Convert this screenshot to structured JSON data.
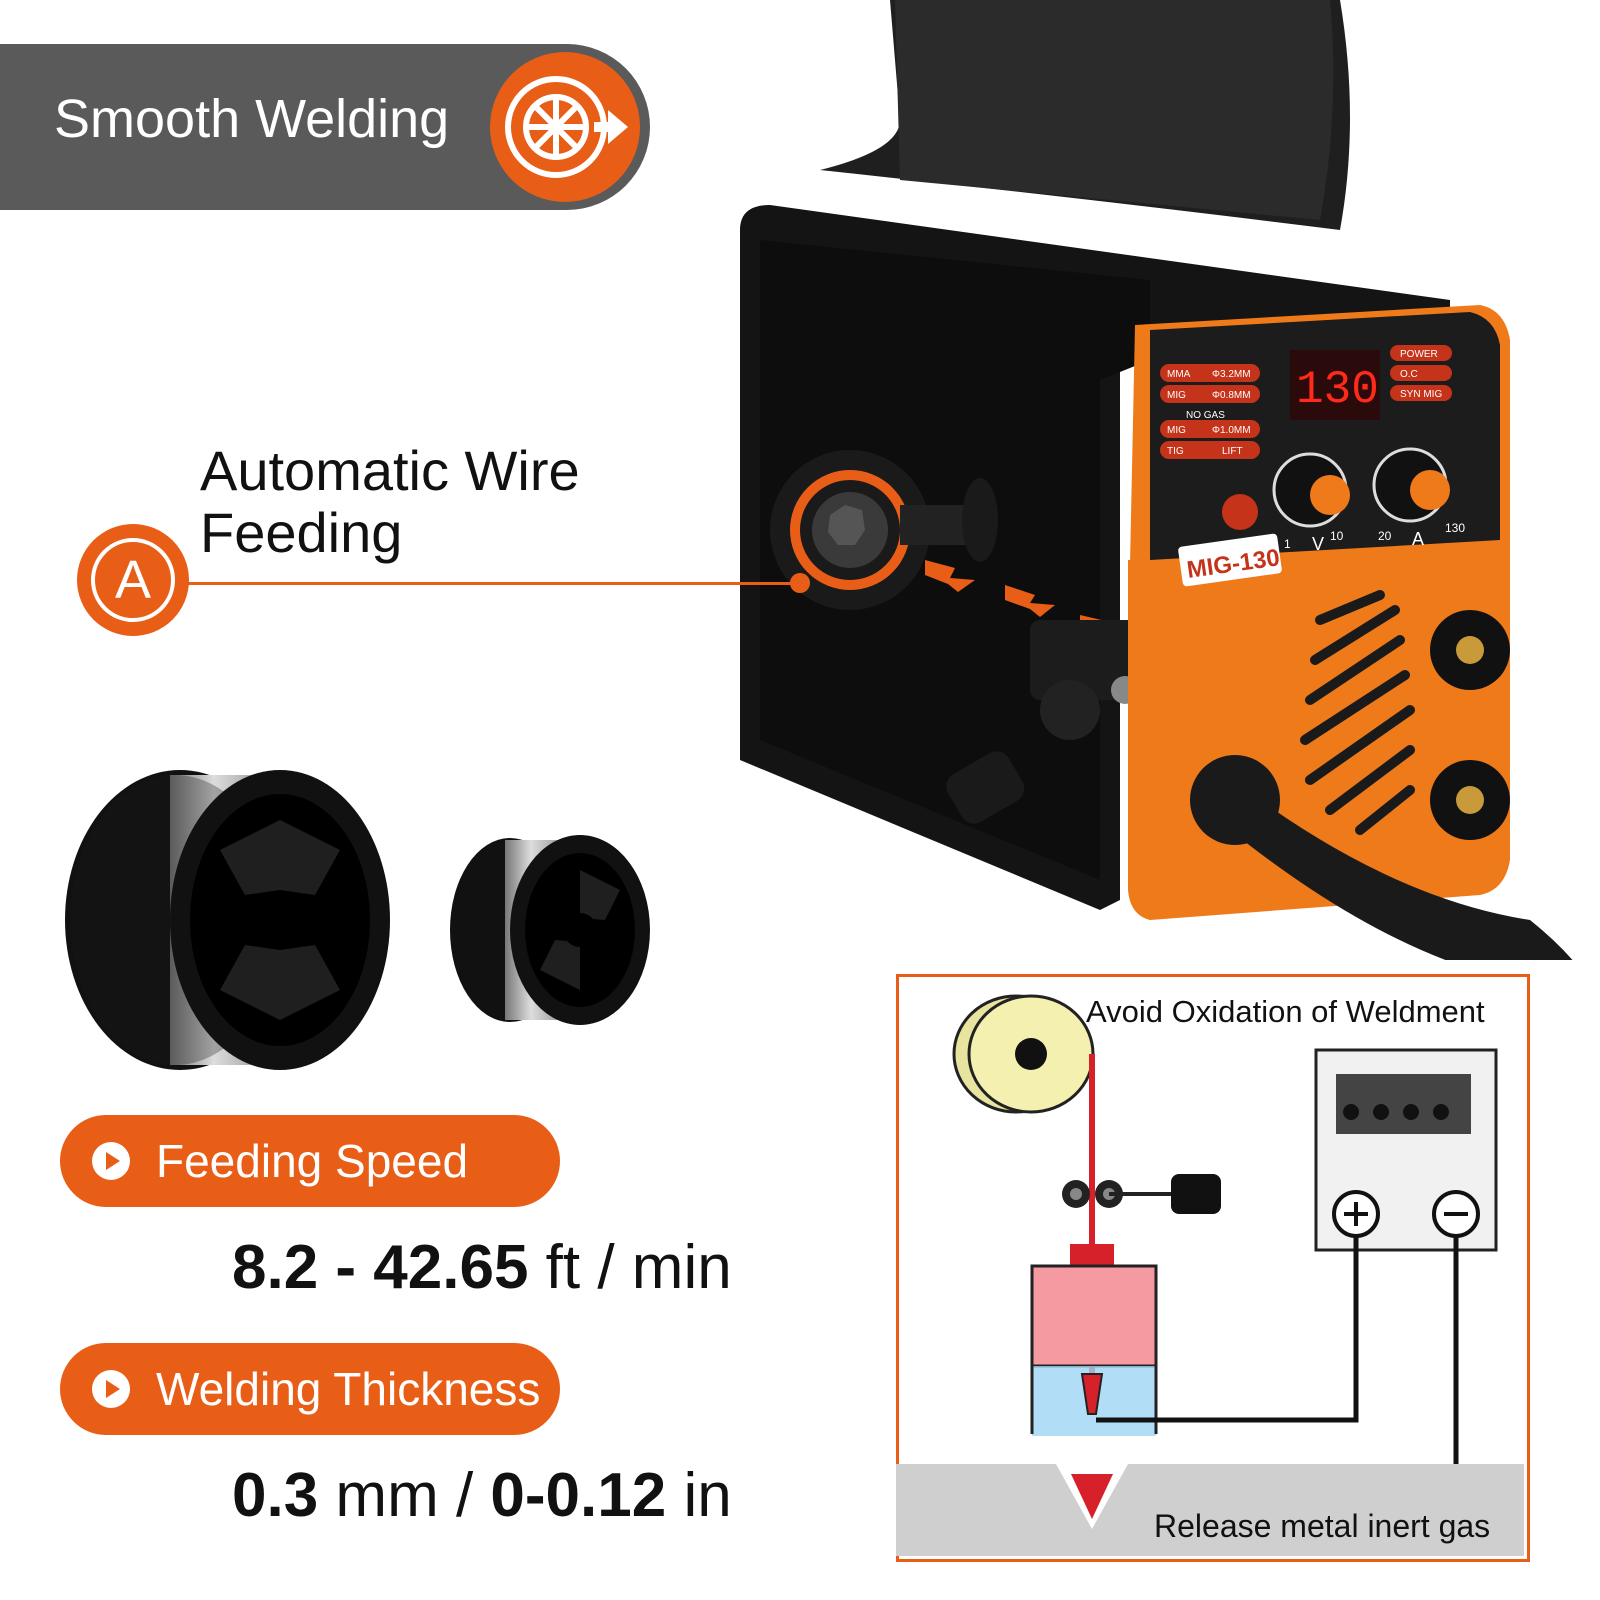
{
  "banner": {
    "title": "Smooth Welding",
    "icon": "wheel-arrow-icon"
  },
  "feature": {
    "line1": "Automatic Wire",
    "line2": "Feeding",
    "badge": "A"
  },
  "specs": [
    {
      "label": "Feeding Speed",
      "value_bold": "8.2 - 42.65",
      "value_rest": " ft / min"
    },
    {
      "label": "Welding Thickness",
      "value_bold1": "0.3",
      "value_mid": " mm / ",
      "value_bold2": "0-0.12",
      "value_rest": " in"
    }
  ],
  "machine": {
    "model": "MIG-130",
    "display_value": "130",
    "panel_left": [
      "MMA",
      "MIG",
      "NO GAS",
      "MIG",
      "TIG"
    ],
    "panel_sizes": [
      "Φ3.2MM",
      "Φ0.8MM",
      "Φ1.0MM",
      "LIFT"
    ],
    "panel_right": [
      "POWER",
      "O.C",
      "SYN MIG"
    ],
    "knob_left_marks": [
      "1",
      "V",
      "10"
    ],
    "knob_right_marks": [
      "20",
      "A",
      "130"
    ]
  },
  "diagram": {
    "title": "Avoid Oxidation of Weldment",
    "caption": "Release metal inert gas"
  },
  "colors": {
    "accent": "#e95e16",
    "banner_gray": "#5a5a5a",
    "machine_black": "#1c1c1c"
  }
}
